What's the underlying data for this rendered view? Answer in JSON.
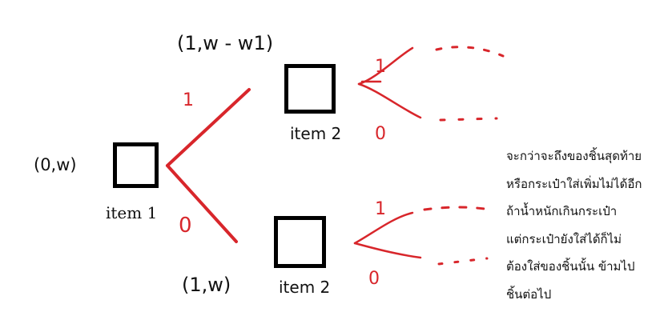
{
  "diagram": {
    "colors": {
      "ink": "#000000",
      "annotation": "#d8262b"
    },
    "root_state": "(0,w)",
    "item1_label": "item 1",
    "top_state": "(1,w - w1)",
    "bottom_state": "(1,w)",
    "top_item_label": "item 2",
    "bottom_item_label": "item 2",
    "branch_take": "1",
    "branch_skip": "0",
    "top_branch_take": "1",
    "top_branch_skip": "0",
    "bottom_branch_take": "1",
    "bottom_branch_skip": "0",
    "note_lines": [
      "จะกว่าจะถึงของชิ้นสุดท้าย",
      "หรือกระเป๋าใส่เพิ่มไม่ได้อีก",
      "ถ้าน้ำหนักเกินกระเป๋า",
      "แต่กระเป๋ายังใส่ได้ก็ไม่",
      "ต้องใส่ของชิ้นนั้น ข้ามไป",
      "ชิ้นต่อไป"
    ]
  }
}
